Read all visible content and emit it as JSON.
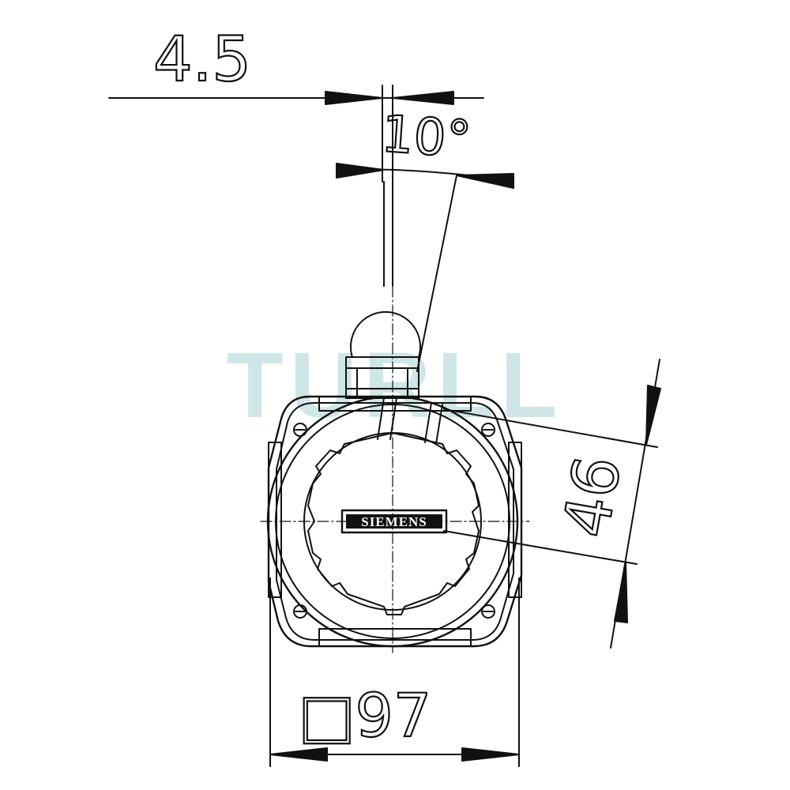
{
  "dimensions": {
    "lever_offset": "4.5",
    "swing_angle": "10°",
    "lever_height": "46",
    "body_width": "□97"
  },
  "brand_label": "SIEMENS",
  "watermark": "TURLL",
  "colors": {
    "line": "#111111",
    "watermark": "#cfe6e6",
    "background": "#ffffff"
  }
}
